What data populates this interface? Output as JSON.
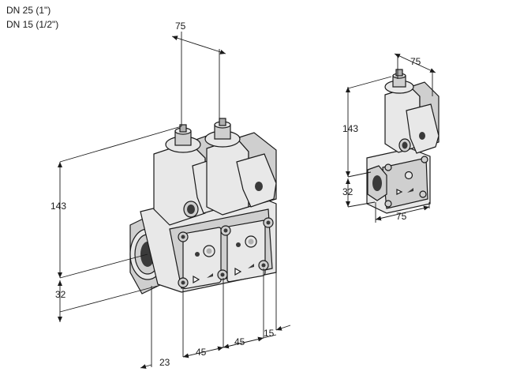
{
  "captions": {
    "dn25": "DN 25 (1\")",
    "dn15": "DN 15 (1/2\")"
  },
  "large_view": {
    "width_top": "75",
    "height": "143",
    "base_height": "32",
    "offset_left": "23",
    "spacing_1": "45",
    "spacing_2": "45",
    "offset_right": "15"
  },
  "small_view": {
    "width_top": "75",
    "height": "143",
    "base_height": "32",
    "width_bottom": "75"
  },
  "colors": {
    "body": "#e8e8e8",
    "shade": "#cfcfcf",
    "dark": "#3a3a3a",
    "line": "#1a1a1a"
  }
}
